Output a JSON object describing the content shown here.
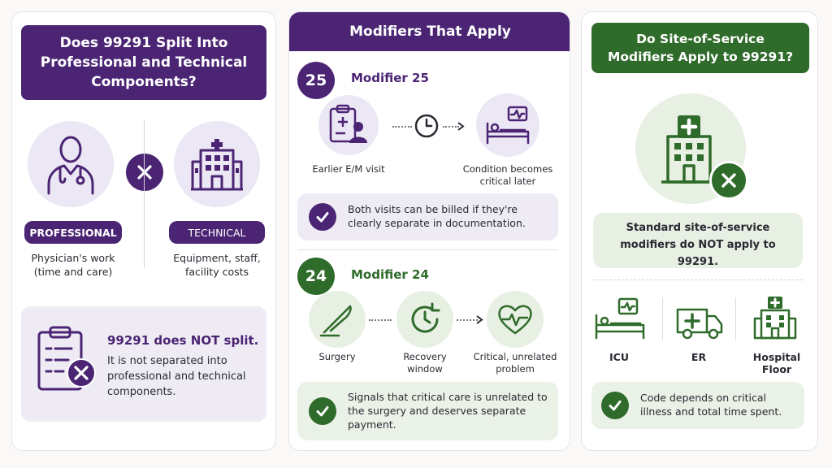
{
  "colors": {
    "purple": "#4b2574",
    "green": "#2f6b2a",
    "lavender": "#ece7f4",
    "mint": "#e7f0e3"
  },
  "left": {
    "header": "Does 99291 Split Into Professional and Technical Components?",
    "professional": {
      "label": "PROFESSIONAL",
      "desc": "Physician's work (time and care)",
      "icon": "doctor-icon"
    },
    "technical": {
      "label": "TECHNICAL",
      "desc": "Equipment, staff, facility costs",
      "icon": "hospital-icon"
    },
    "x_icon": "x-icon",
    "summary_title": "99291 does NOT split.",
    "summary_text": "It is not separated into professional and technical components."
  },
  "middle": {
    "header": "Modifiers That Apply",
    "mod25": {
      "badge": "25",
      "title": "Modifier 25",
      "step1": "Earlier E/M visit",
      "step2": "Condition becomes critical later",
      "note": "Both visits can be billed if they're clearly separate in documentation."
    },
    "mod24": {
      "badge": "24",
      "title": "Modifier 24",
      "step1": "Surgery",
      "step2": "Recovery window",
      "step3": "Critical, unrelated problem",
      "note": "Signals that critical care is unrelated to the surgery and deserves separate payment."
    }
  },
  "right": {
    "header": "Do Site-of-Service Modifiers Apply to 99291?",
    "statement": "Standard site-of-service modifiers do NOT apply to 99291.",
    "sites": [
      "ICU",
      "ER",
      "Hospital Floor"
    ],
    "note": "Code depends on critical illness and total time spent."
  }
}
